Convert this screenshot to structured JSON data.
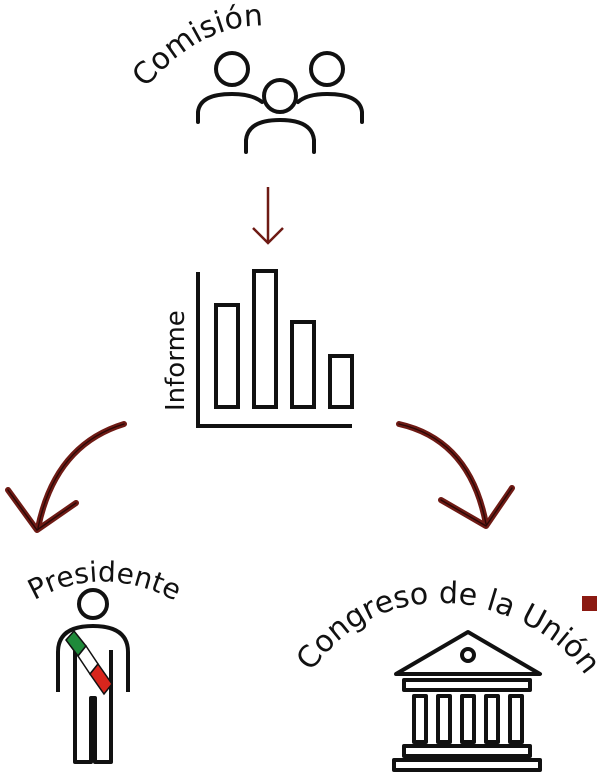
{
  "labels": {
    "commission": "Comisión",
    "report": "Informe",
    "president": "Presidente",
    "congress": "Congreso de la Unión"
  },
  "colors": {
    "ink": "#111111",
    "arrow": "#6e1a14",
    "flag_green": "#1f8a3a",
    "flag_white": "#ffffff",
    "flag_red": "#d8261d",
    "marker": "#8b1a12"
  },
  "icons": {
    "commission": "people-group-icon",
    "report": "bar-chart-icon",
    "president": "person-with-sash-icon",
    "congress": "government-building-icon"
  },
  "chart_data": {
    "type": "bar",
    "values": [
      3,
      4,
      2.5,
      1.5
    ]
  }
}
